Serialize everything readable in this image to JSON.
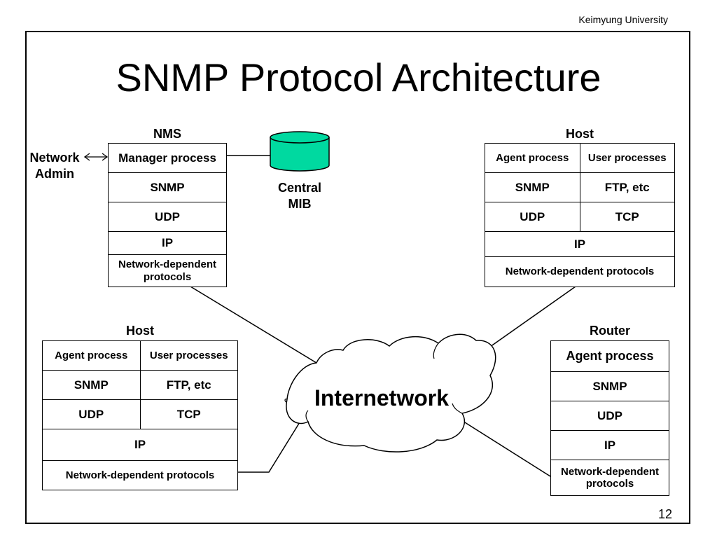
{
  "header": {
    "institution": "Keimyung University"
  },
  "slide": {
    "title": "SNMP Protocol Architecture",
    "page_number": "12"
  },
  "network_admin": {
    "line1": "Network",
    "line2": "Admin"
  },
  "central_mib": {
    "line1": "Central",
    "line2": "MIB"
  },
  "internetwork": {
    "label": "Internetwork"
  },
  "nms": {
    "label": "NMS",
    "layers": [
      "Manager process",
      "SNMP",
      "UDP",
      "IP",
      "Network-dependent protocols"
    ]
  },
  "host_top_right": {
    "label": "Host",
    "agent": "Agent process",
    "user": "User processes",
    "snmp": "SNMP",
    "ftp": "FTP, etc",
    "udp": "UDP",
    "tcp": "TCP",
    "ip": "IP",
    "netdep": "Network-dependent protocols"
  },
  "host_bottom_left": {
    "label": "Host",
    "agent": "Agent process",
    "user": "User processes",
    "snmp": "SNMP",
    "ftp": "FTP, etc",
    "udp": "UDP",
    "tcp": "TCP",
    "ip": "IP",
    "netdep": "Network-dependent protocols"
  },
  "router": {
    "label": "Router",
    "layers": [
      "Agent process",
      "SNMP",
      "UDP",
      "IP",
      "Network-dependent protocols"
    ]
  },
  "colors": {
    "mib_fill": "#00d9a0",
    "line": "#000000",
    "background": "#ffffff"
  }
}
